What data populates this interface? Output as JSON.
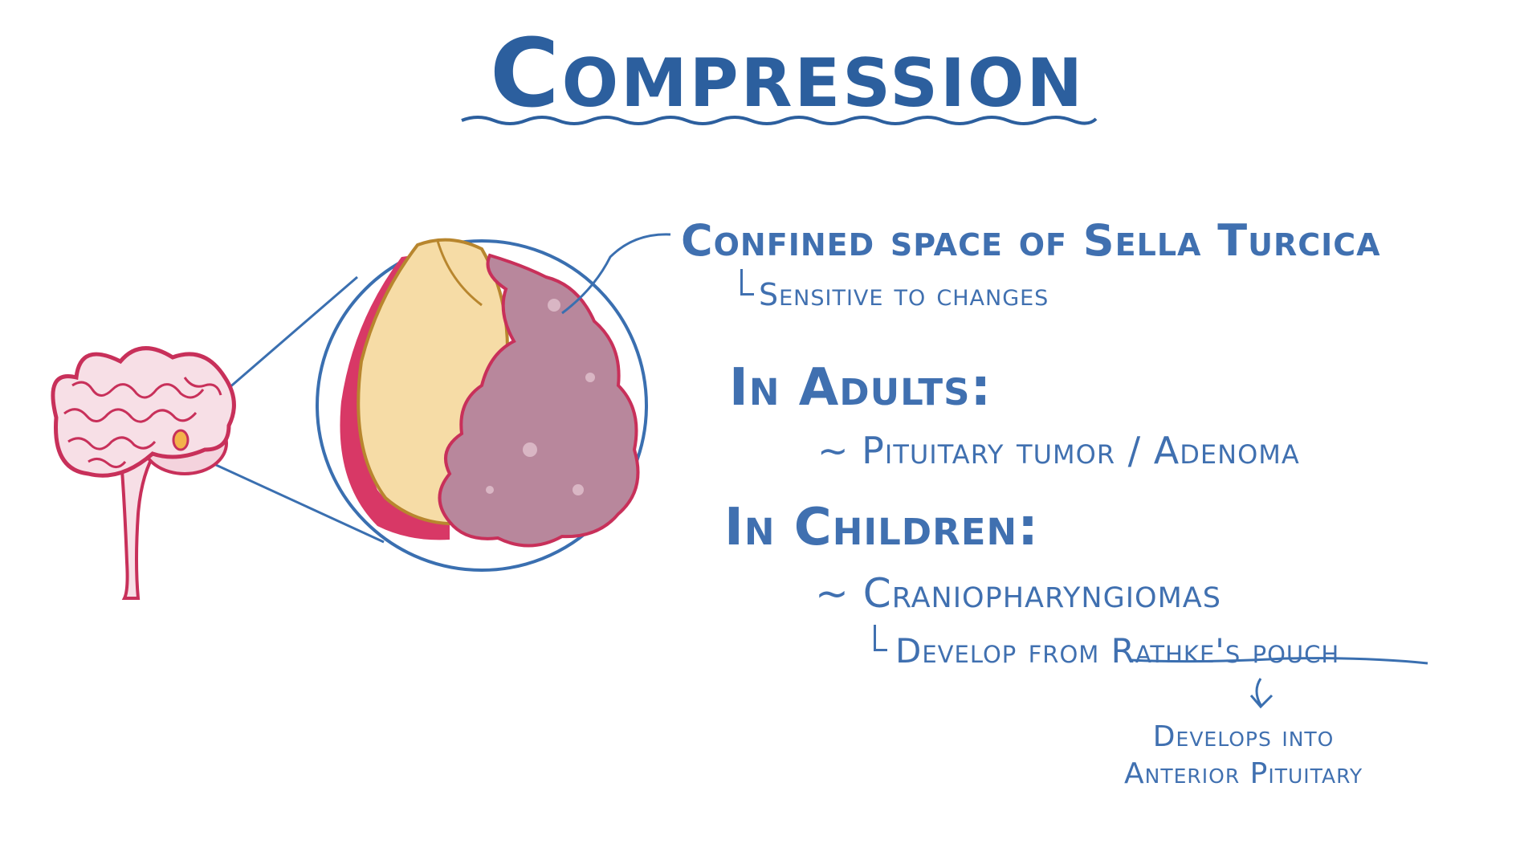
{
  "title": "Compression",
  "lines": {
    "confined": "Confined space of Sella Turcica",
    "sensitive": "Sensitive to changes",
    "adults_heading": "In Adults:",
    "adults_item": "~ Pituitary tumor / Adenoma",
    "children_heading": "In Children:",
    "children_item": "~ Craniopharyngiomas",
    "develop": "Develop from Rathke's pouch",
    "develops_into_1": "Develops into",
    "develops_into_2": "Anterior Pituitary"
  },
  "colors": {
    "text": "#4070b0",
    "title": "#2c5f9e",
    "brain": "#c8305a",
    "tumor": "#b8879c",
    "gland": "#f6dca6"
  }
}
